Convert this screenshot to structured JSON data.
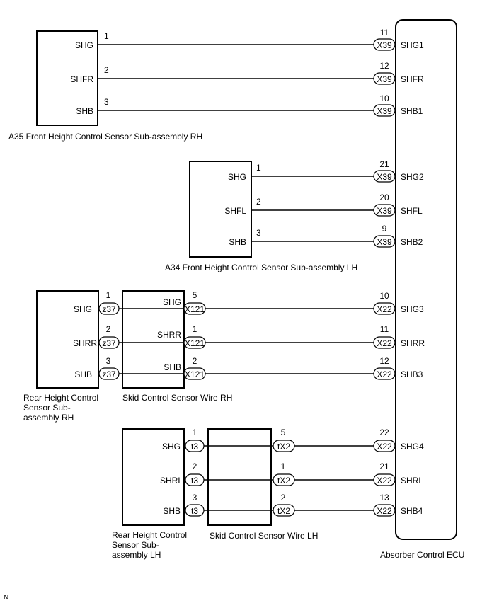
{
  "ecu": {
    "label": "Absorber Control ECU"
  },
  "components": [
    {
      "id": "a35",
      "label": "A35  Front Height Control Sensor Sub-assembly RH"
    },
    {
      "id": "a34",
      "label": "A34  Front Height Control Sensor Sub-assembly LH"
    },
    {
      "id": "rear-rh",
      "label_lines": [
        "Rear Height Control",
        "Sensor Sub-",
        "assembly RH"
      ]
    },
    {
      "id": "skid-rh",
      "label": "Skid Control Sensor Wire RH"
    },
    {
      "id": "rear-lh",
      "label_lines": [
        "Rear Height Control",
        "Sensor Sub-",
        "assembly LH"
      ]
    },
    {
      "id": "skid-lh",
      "label": "Skid Control Sensor Wire LH"
    }
  ],
  "groups": [
    {
      "id": "a35",
      "rows": [
        {
          "sensor_pin": "SHG",
          "sensor_no": "1",
          "ecu_conn": "X39",
          "ecu_no": "11",
          "ecu_pin": "SHG1"
        },
        {
          "sensor_pin": "SHFR",
          "sensor_no": "2",
          "ecu_conn": "X39",
          "ecu_no": "12",
          "ecu_pin": "SHFR"
        },
        {
          "sensor_pin": "SHB",
          "sensor_no": "3",
          "ecu_conn": "X39",
          "ecu_no": "10",
          "ecu_pin": "SHB1"
        }
      ]
    },
    {
      "id": "a34",
      "rows": [
        {
          "sensor_pin": "SHG",
          "sensor_no": "1",
          "ecu_conn": "X39",
          "ecu_no": "21",
          "ecu_pin": "SHG2"
        },
        {
          "sensor_pin": "SHFL",
          "sensor_no": "2",
          "ecu_conn": "X39",
          "ecu_no": "20",
          "ecu_pin": "SHFL"
        },
        {
          "sensor_pin": "SHB",
          "sensor_no": "3",
          "ecu_conn": "X39",
          "ecu_no": "9",
          "ecu_pin": "SHB2"
        }
      ]
    },
    {
      "id": "rear-rh",
      "rows": [
        {
          "sensor_pin": "SHG",
          "sensor_conn": "z37",
          "sensor_no": "1",
          "wire_pin": "SHG",
          "wire_conn": "X121",
          "wire_no": "5",
          "ecu_conn": "X22",
          "ecu_no": "10",
          "ecu_pin": "SHG3"
        },
        {
          "sensor_pin": "SHRR",
          "sensor_conn": "z37",
          "sensor_no": "2",
          "wire_pin": "SHRR",
          "wire_conn": "X121",
          "wire_no": "1",
          "ecu_conn": "X22",
          "ecu_no": "11",
          "ecu_pin": "SHRR"
        },
        {
          "sensor_pin": "SHB",
          "sensor_conn": "z37",
          "sensor_no": "3",
          "wire_pin": "SHB",
          "wire_conn": "X121",
          "wire_no": "2",
          "ecu_conn": "X22",
          "ecu_no": "12",
          "ecu_pin": "SHB3"
        }
      ]
    },
    {
      "id": "rear-lh",
      "rows": [
        {
          "sensor_pin": "SHG",
          "sensor_conn": "t3",
          "sensor_no": "1",
          "wire_conn": "tX2",
          "wire_no": "5",
          "ecu_conn": "X22",
          "ecu_no": "22",
          "ecu_pin": "SHG4"
        },
        {
          "sensor_pin": "SHRL",
          "sensor_conn": "t3",
          "sensor_no": "2",
          "wire_conn": "tX2",
          "wire_no": "1",
          "ecu_conn": "X22",
          "ecu_no": "21",
          "ecu_pin": "SHRL"
        },
        {
          "sensor_pin": "SHB",
          "sensor_conn": "t3",
          "sensor_no": "3",
          "wire_conn": "tX2",
          "wire_no": "2",
          "ecu_conn": "X22",
          "ecu_no": "13",
          "ecu_pin": "SHB4"
        }
      ]
    }
  ],
  "footer": {
    "mark": "N"
  }
}
